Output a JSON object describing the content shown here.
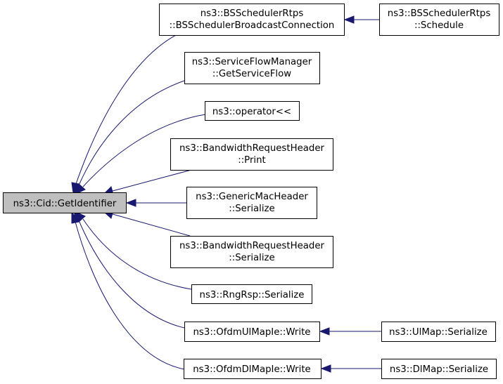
{
  "graph": {
    "focus_node": "ns3::Cid::GetIdentifier",
    "edge_color": "#191970",
    "focus_fill": "#bfbfbf",
    "nodes": {
      "cid": {
        "lines": [
          "ns3::Cid::GetIdentifier"
        ]
      },
      "bs_broadcast": {
        "lines": [
          "ns3::BSSchedulerRtps",
          "::BSSchedulerBroadcastConnection"
        ]
      },
      "bs_schedule": {
        "lines": [
          "ns3::BSSchedulerRtps",
          "::Schedule"
        ]
      },
      "sfm_get": {
        "lines": [
          "ns3::ServiceFlowManager",
          "::GetServiceFlow"
        ]
      },
      "operator_ll": {
        "lines": [
          "ns3::operator<<"
        ]
      },
      "bwreq_print": {
        "lines": [
          "ns3::BandwidthRequestHeader",
          "::Print"
        ]
      },
      "gmh_serialize": {
        "lines": [
          "ns3::GenericMacHeader",
          "::Serialize"
        ]
      },
      "bwreq_serialize": {
        "lines": [
          "ns3::BandwidthRequestHeader",
          "::Serialize"
        ]
      },
      "rngrsp_serialize": {
        "lines": [
          "ns3::RngRsp::Serialize"
        ]
      },
      "ulmapie_write": {
        "lines": [
          "ns3::OfdmUlMapIe::Write"
        ]
      },
      "ulmap_serialize": {
        "lines": [
          "ns3::UlMap::Serialize"
        ]
      },
      "dlmapie_write": {
        "lines": [
          "ns3::OfdmDlMapIe::Write"
        ]
      },
      "dlmap_serialize": {
        "lines": [
          "ns3::DlMap::Serialize"
        ]
      }
    }
  }
}
